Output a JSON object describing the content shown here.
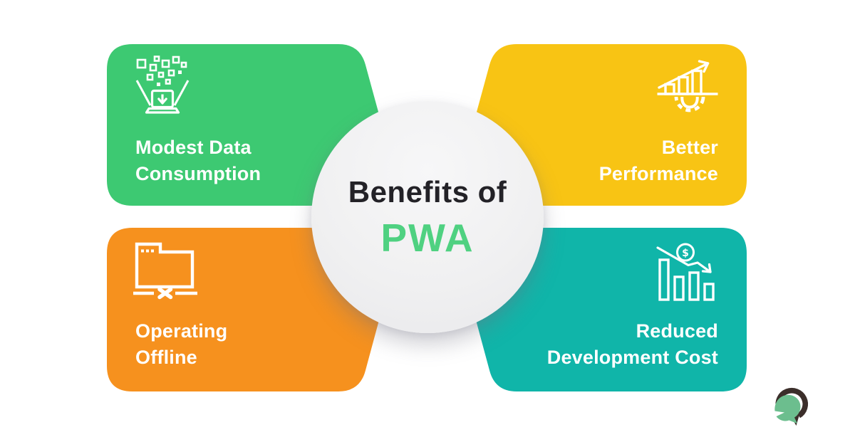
{
  "center": {
    "line1": "Benefits of",
    "line2": "PWA"
  },
  "cards": [
    {
      "id": "modest-data-consumption",
      "lines": [
        "Modest Data",
        "Consumption"
      ],
      "icon": "data-download-icon",
      "align": "left"
    },
    {
      "id": "better-performance",
      "lines": [
        "Better",
        "Performance"
      ],
      "icon": "performance-gear-icon",
      "align": "right"
    },
    {
      "id": "operating-offline",
      "lines": [
        "Operating",
        "Offline"
      ],
      "icon": "offline-folder-icon",
      "align": "left"
    },
    {
      "id": "reduced-development-cost",
      "lines": [
        "Reduced",
        "Development Cost"
      ],
      "icon": "cost-decline-icon",
      "align": "right"
    }
  ],
  "icon_symbols": {
    "dollar": "$"
  },
  "logo": {
    "name": "spartan-helmet-logo"
  },
  "colors": {
    "card-green": "#3DC972",
    "card-yellow": "#F8C414",
    "card-orange": "#F6911E",
    "card-teal": "#10B5A9",
    "pwa-green": "#4FD181",
    "title-dark": "#232227",
    "card-text": "#FFFFFF",
    "icon-stroke": "#FFFFFF",
    "circle-fill": "#F0F0F1",
    "logo-dark": "#3B2E2A",
    "logo-green": "#6CBE8E"
  }
}
